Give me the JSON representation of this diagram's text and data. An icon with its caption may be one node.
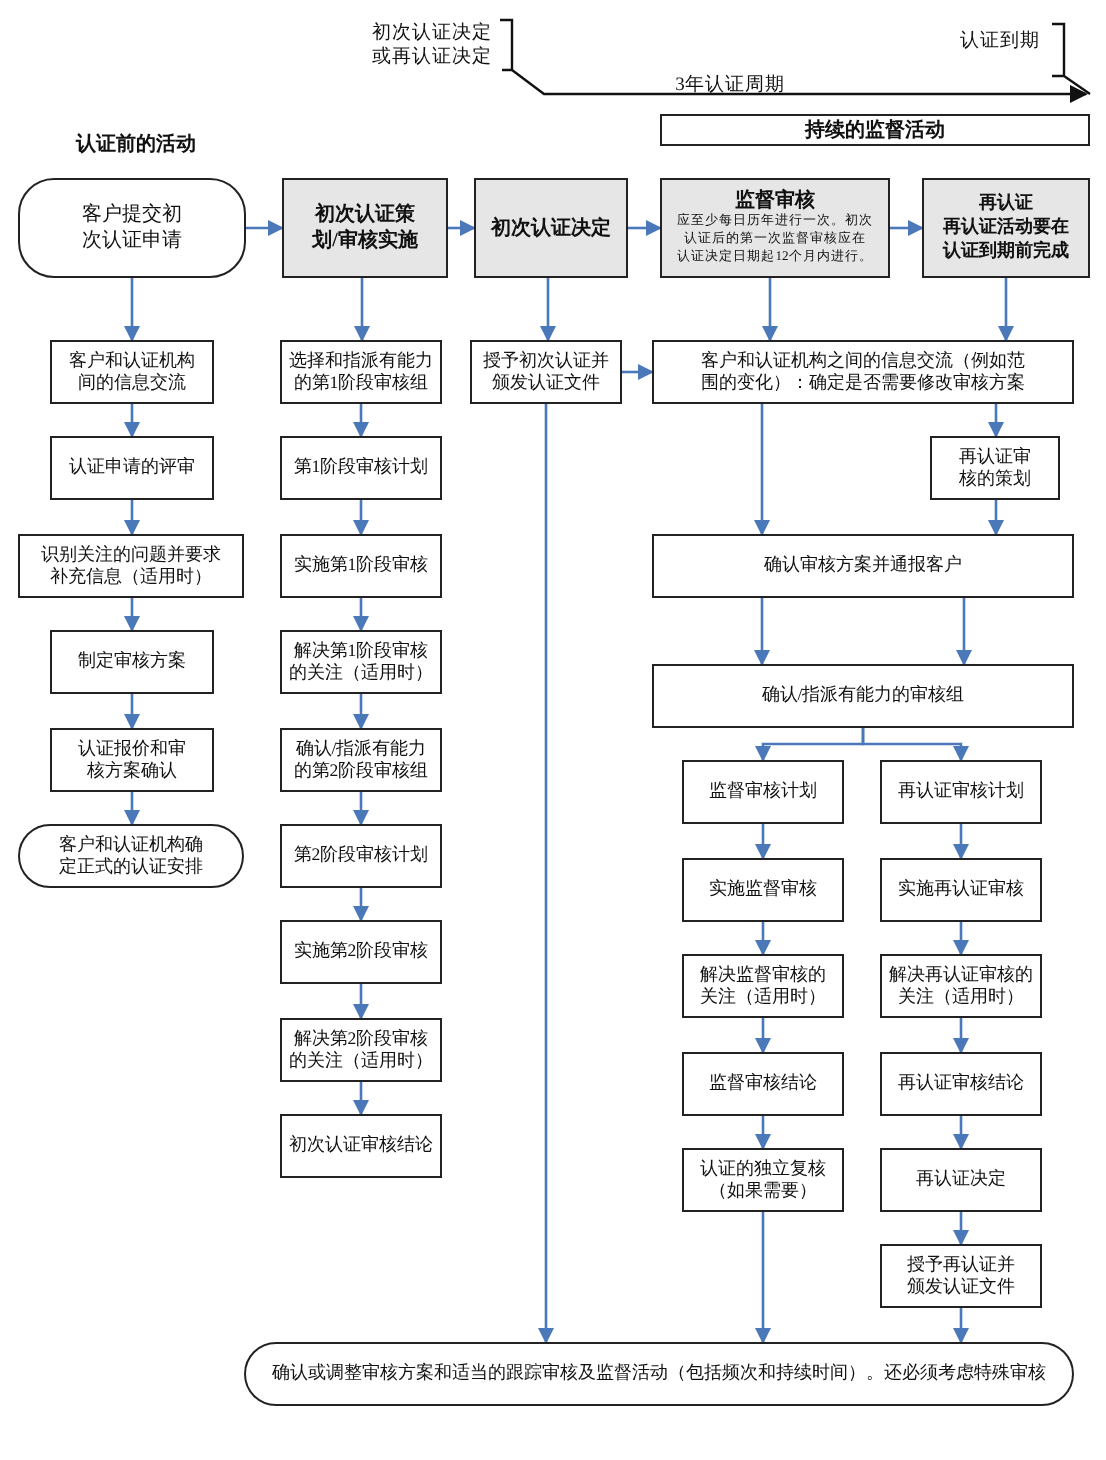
{
  "diagram": {
    "nodes": [
      {
        "text": [
          "持续的监督活动"
        ]
      },
      {
        "text": [
          "客户提交初次认证申请"
        ]
      },
      {
        "text": [
          "初次认证策划/审核实施"
        ]
      },
      {
        "text": [
          "初次认证决定"
        ]
      },
      {
        "text": [
          "监督审核",
          "应至少每日历年进行一次。初次认证后的第一次监督审核应在认证决定日期起12个月内进行。"
        ]
      },
      {
        "text": [
          "再认证",
          "再认证活动要在认证到期前完成"
        ]
      },
      {
        "text": [
          "客户和认证机构间的信息交流"
        ]
      },
      {
        "text": [
          "认证申请的评审"
        ]
      },
      {
        "text": [
          "识别关注的问题并要求补充信息（适用时）"
        ]
      },
      {
        "text": [
          "制定审核方案"
        ]
      },
      {
        "text": [
          "认证报价和审核方案确认"
        ]
      },
      {
        "text": [
          "客户和认证机构确定正式的认证安排"
        ]
      },
      {
        "text": [
          "选择和指派有能力的第1阶段审核组"
        ]
      },
      {
        "text": [
          "第1阶段审核计划"
        ]
      },
      {
        "text": [
          "实施第1阶段审核"
        ]
      },
      {
        "text": [
          "解决第1阶段审核的关注（适用时）"
        ]
      },
      {
        "text": [
          "确认/指派有能力的第2阶段审核组"
        ]
      },
      {
        "text": [
          "第2阶段审核计划"
        ]
      },
      {
        "text": [
          "实施第2阶段审核"
        ]
      },
      {
        "text": [
          "解决第2阶段审核的关注（适用时）"
        ]
      },
      {
        "text": [
          "初次认证审核结论"
        ]
      },
      {
        "text": [
          "授予初次认证并颁发认证文件"
        ]
      },
      {
        "text": [
          "客户和认证机构之间的信息交流（例如范围的变化）：确定是否需要修改审核方案"
        ]
      },
      {
        "text": [
          "再认证审核的策划"
        ]
      },
      {
        "text": [
          "确认审核方案并通报客户"
        ]
      },
      {
        "text": [
          "确认/指派有能力的审核组"
        ]
      },
      {
        "text": [
          "监督审核计划"
        ]
      },
      {
        "text": [
          "实施监督审核"
        ]
      },
      {
        "text": [
          "解决监督审核的关注（适用时）"
        ]
      },
      {
        "text": [
          "监督审核结论"
        ]
      },
      {
        "text": [
          "认证的独立复核（如果需要）"
        ]
      },
      {
        "text": [
          "再认证审核计划"
        ]
      },
      {
        "text": [
          "实施再认证审核"
        ]
      },
      {
        "text": [
          "解决再认证审核的关注（适用时）"
        ]
      },
      {
        "text": [
          "再认证审核结论"
        ]
      },
      {
        "text": [
          "再认证决定"
        ]
      },
      {
        "text": [
          "授予再认证并颁发认证文件"
        ]
      },
      {
        "text": [
          "确认或调整审核方案和适当的跟踪审核及监督活动（包括频次和持续时间）。还必须考虑特殊审核"
        ]
      }
    ],
    "edges": [
      {
        "from": 1,
        "to": 2,
        "arrow": "to"
      },
      {
        "from": 2,
        "to": 3,
        "arrow": "to"
      },
      {
        "from": 3,
        "to": 4,
        "arrow": "to"
      },
      {
        "from": 4,
        "to": 5,
        "arrow": "to"
      },
      {
        "from": 1,
        "to": 6,
        "arrow": "to"
      },
      {
        "from": 6,
        "to": 7,
        "arrow": "to"
      },
      {
        "from": 7,
        "to": 8,
        "arrow": "to"
      },
      {
        "from": 8,
        "to": 9,
        "arrow": "to"
      },
      {
        "from": 9,
        "to": 10,
        "arrow": "to"
      },
      {
        "from": 10,
        "to": 11,
        "arrow": "to"
      },
      {
        "from": 2,
        "to": 12,
        "arrow": "to"
      },
      {
        "from": 12,
        "to": 13,
        "arrow": "to"
      },
      {
        "from": 13,
        "to": 14,
        "arrow": "to"
      },
      {
        "from": 14,
        "to": 15,
        "arrow": "to"
      },
      {
        "from": 15,
        "to": 16,
        "arrow": "to"
      },
      {
        "from": 16,
        "to": 17,
        "arrow": "to"
      },
      {
        "from": 17,
        "to": 18,
        "arrow": "to"
      },
      {
        "from": 18,
        "to": 19,
        "arrow": "to"
      },
      {
        "from": 19,
        "to": 20,
        "arrow": "to"
      },
      {
        "from": 3,
        "to": 21,
        "arrow": "to"
      },
      {
        "from": 21,
        "to": 22,
        "arrow": "to"
      },
      {
        "from": 4,
        "to": 22,
        "arrow": "to"
      },
      {
        "from": 5,
        "to": 22,
        "arrow": "to"
      },
      {
        "from": 22,
        "to": 23,
        "arrow": "to"
      },
      {
        "from": 22,
        "to": 24,
        "arrow": "to"
      },
      {
        "from": 23,
        "to": 24,
        "arrow": "to"
      },
      {
        "from": 24,
        "to": 25,
        "arrow": "to"
      },
      {
        "from": 24,
        "to": 25,
        "arrow": "to"
      },
      {
        "from": 25,
        "to": 26,
        "arrow": "to"
      },
      {
        "from": 25,
        "to": 31,
        "arrow": "to"
      },
      {
        "from": 26,
        "to": 27,
        "arrow": "to"
      },
      {
        "from": 27,
        "to": 28,
        "arrow": "to"
      },
      {
        "from": 28,
        "to": 29,
        "arrow": "to"
      },
      {
        "from": 29,
        "to": 30,
        "arrow": "to"
      },
      {
        "from": 31,
        "to": 32,
        "arrow": "to"
      },
      {
        "from": 32,
        "to": 33,
        "arrow": "to"
      },
      {
        "from": 33,
        "to": 34,
        "arrow": "to"
      },
      {
        "from": 34,
        "to": 35,
        "arrow": "to"
      },
      {
        "from": 35,
        "to": 36,
        "arrow": "to"
      },
      {
        "from": 21,
        "to": 37,
        "arrow": "to"
      },
      {
        "from": 30,
        "to": 37,
        "arrow": "to"
      },
      {
        "from": 36,
        "to": 37,
        "arrow": "to"
      }
    ],
    "labels": [
      "初次认证决定或再认证决定",
      "认证到期",
      "3年认证周期",
      "认证前的活动"
    ]
  }
}
